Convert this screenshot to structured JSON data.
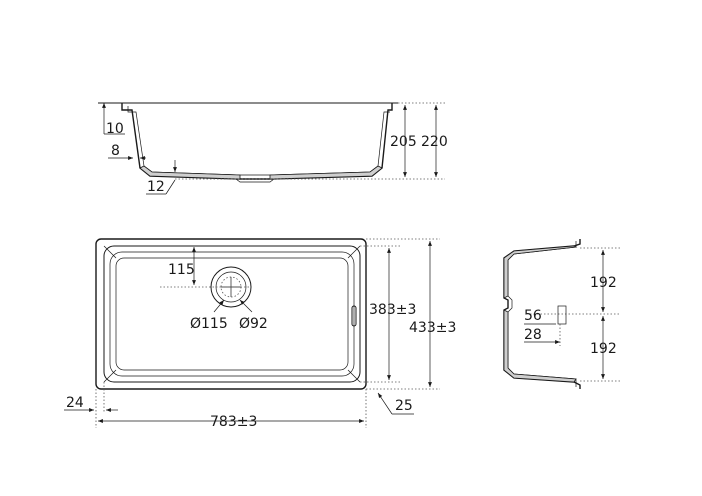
{
  "side_section": {
    "rim_thickness": "10",
    "wall_thickness": "8",
    "bottom_thickness": "12",
    "inner_depth": "205",
    "outer_depth": "220"
  },
  "top_view": {
    "drain_offset": "115",
    "drain_outer_diameter": "Ø115",
    "drain_inner_diameter": "Ø92",
    "inner_width": "383±3",
    "outer_width": "433±3",
    "outer_length": "783±3",
    "flange_offset": "24",
    "corner_radius": "25"
  },
  "end_section": {
    "upper_half": "192",
    "lower_half": "192",
    "overflow_height": "56",
    "overflow_width": "28"
  }
}
